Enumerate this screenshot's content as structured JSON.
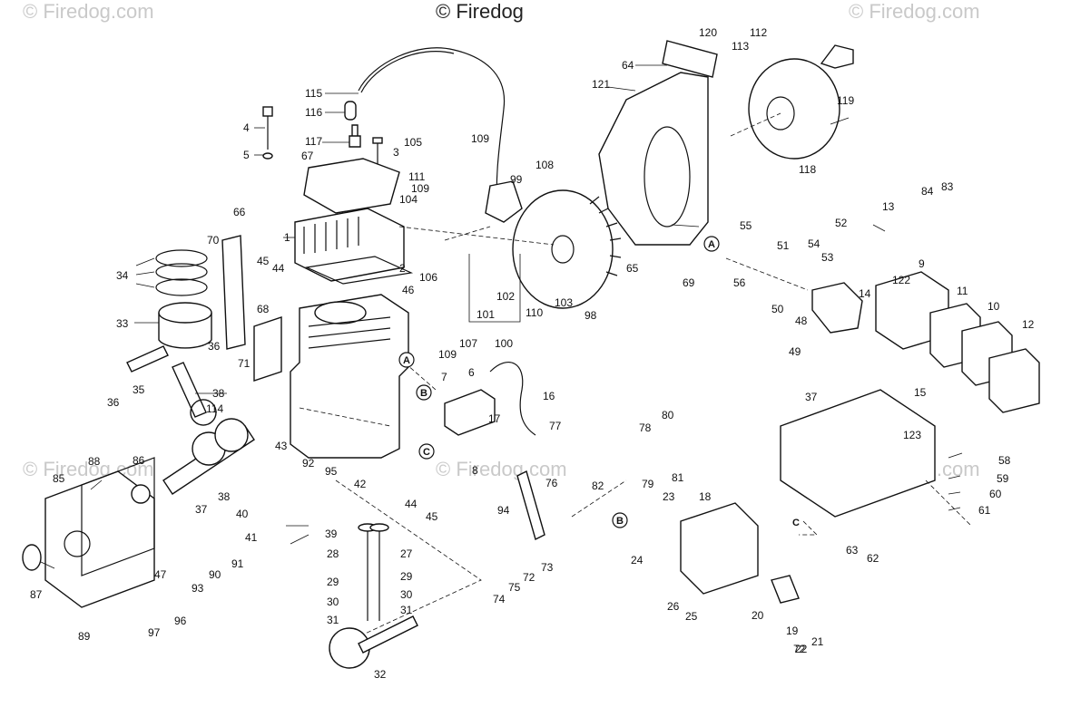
{
  "watermarks": {
    "top_center": "© Firedog",
    "repeat": "© Firedog.com"
  },
  "ref_markers": [
    "A",
    "B",
    "C"
  ],
  "labels": [
    {
      "id": "l1",
      "text": "1"
    },
    {
      "id": "l2",
      "text": "2"
    },
    {
      "id": "l3",
      "text": "3"
    },
    {
      "id": "l4",
      "text": "4"
    },
    {
      "id": "l5",
      "text": "5"
    },
    {
      "id": "l6",
      "text": "6"
    },
    {
      "id": "l7",
      "text": "7"
    },
    {
      "id": "l8",
      "text": "8"
    },
    {
      "id": "l9",
      "text": "9"
    },
    {
      "id": "l10",
      "text": "10"
    },
    {
      "id": "l11",
      "text": "11"
    },
    {
      "id": "l12",
      "text": "12"
    },
    {
      "id": "l13",
      "text": "13"
    },
    {
      "id": "l14",
      "text": "14"
    },
    {
      "id": "l15",
      "text": "15"
    },
    {
      "id": "l16",
      "text": "16"
    },
    {
      "id": "l17",
      "text": "17"
    },
    {
      "id": "l18",
      "text": "18"
    },
    {
      "id": "l19",
      "text": "19"
    },
    {
      "id": "l20",
      "text": "20"
    },
    {
      "id": "l21",
      "text": "21"
    },
    {
      "id": "l22",
      "text": "22"
    },
    {
      "id": "l23",
      "text": "23"
    },
    {
      "id": "l24",
      "text": "24"
    },
    {
      "id": "l25",
      "text": "25"
    },
    {
      "id": "l26",
      "text": "26"
    },
    {
      "id": "l27",
      "text": "27"
    },
    {
      "id": "l28",
      "text": "28"
    },
    {
      "id": "l29a",
      "text": "29"
    },
    {
      "id": "l29b",
      "text": "29"
    },
    {
      "id": "l30a",
      "text": "30"
    },
    {
      "id": "l30b",
      "text": "30"
    },
    {
      "id": "l31a",
      "text": "31"
    },
    {
      "id": "l31b",
      "text": "31"
    },
    {
      "id": "l32",
      "text": "32"
    },
    {
      "id": "l33",
      "text": "33"
    },
    {
      "id": "l34",
      "text": "34"
    },
    {
      "id": "l35",
      "text": "35"
    },
    {
      "id": "l36a",
      "text": "36"
    },
    {
      "id": "l36b",
      "text": "36"
    },
    {
      "id": "l37",
      "text": "37"
    },
    {
      "id": "l37b",
      "text": "37"
    },
    {
      "id": "l38a",
      "text": "38"
    },
    {
      "id": "l38b",
      "text": "38"
    },
    {
      "id": "l39",
      "text": "39"
    },
    {
      "id": "l40",
      "text": "40"
    },
    {
      "id": "l41",
      "text": "41"
    },
    {
      "id": "l42",
      "text": "42"
    },
    {
      "id": "l43",
      "text": "43"
    },
    {
      "id": "l44a",
      "text": "44"
    },
    {
      "id": "l44b",
      "text": "44"
    },
    {
      "id": "l45a",
      "text": "45"
    },
    {
      "id": "l45b",
      "text": "45"
    },
    {
      "id": "l46",
      "text": "46"
    },
    {
      "id": "l47",
      "text": "47"
    },
    {
      "id": "l48",
      "text": "48"
    },
    {
      "id": "l49",
      "text": "49"
    },
    {
      "id": "l50",
      "text": "50"
    },
    {
      "id": "l51",
      "text": "51"
    },
    {
      "id": "l52",
      "text": "52"
    },
    {
      "id": "l53",
      "text": "53"
    },
    {
      "id": "l54",
      "text": "54"
    },
    {
      "id": "l55",
      "text": "55"
    },
    {
      "id": "l56",
      "text": "56"
    },
    {
      "id": "l58",
      "text": "58"
    },
    {
      "id": "l59",
      "text": "59"
    },
    {
      "id": "l60",
      "text": "60"
    },
    {
      "id": "l61",
      "text": "61"
    },
    {
      "id": "l62",
      "text": "62"
    },
    {
      "id": "l63",
      "text": "63"
    },
    {
      "id": "l64",
      "text": "64"
    },
    {
      "id": "l65",
      "text": "65"
    },
    {
      "id": "l66",
      "text": "66"
    },
    {
      "id": "l67",
      "text": "67"
    },
    {
      "id": "l68",
      "text": "68"
    },
    {
      "id": "l69",
      "text": "69"
    },
    {
      "id": "l70",
      "text": "70"
    },
    {
      "id": "l71",
      "text": "71"
    },
    {
      "id": "l72a",
      "text": "72"
    },
    {
      "id": "l72b",
      "text": "72"
    },
    {
      "id": "l73",
      "text": "73"
    },
    {
      "id": "l74",
      "text": "74"
    },
    {
      "id": "l75",
      "text": "75"
    },
    {
      "id": "l76",
      "text": "76"
    },
    {
      "id": "l77",
      "text": "77"
    },
    {
      "id": "l78",
      "text": "78"
    },
    {
      "id": "l79",
      "text": "79"
    },
    {
      "id": "l80",
      "text": "80"
    },
    {
      "id": "l81",
      "text": "81"
    },
    {
      "id": "l82",
      "text": "82"
    },
    {
      "id": "l83",
      "text": "83"
    },
    {
      "id": "l84",
      "text": "84"
    },
    {
      "id": "l85",
      "text": "85"
    },
    {
      "id": "l86",
      "text": "86"
    },
    {
      "id": "l87",
      "text": "87"
    },
    {
      "id": "l88",
      "text": "88"
    },
    {
      "id": "l89",
      "text": "89"
    },
    {
      "id": "l90",
      "text": "90"
    },
    {
      "id": "l91",
      "text": "91"
    },
    {
      "id": "l92",
      "text": "92"
    },
    {
      "id": "l93",
      "text": "93"
    },
    {
      "id": "l94",
      "text": "94"
    },
    {
      "id": "l95",
      "text": "95"
    },
    {
      "id": "l96",
      "text": "96"
    },
    {
      "id": "l97",
      "text": "97"
    },
    {
      "id": "l98",
      "text": "98"
    },
    {
      "id": "l99",
      "text": "99"
    },
    {
      "id": "l100",
      "text": "100"
    },
    {
      "id": "l101",
      "text": "101"
    },
    {
      "id": "l102",
      "text": "102"
    },
    {
      "id": "l103",
      "text": "103"
    },
    {
      "id": "l104",
      "text": "104"
    },
    {
      "id": "l105",
      "text": "105"
    },
    {
      "id": "l106",
      "text": "106"
    },
    {
      "id": "l107",
      "text": "107"
    },
    {
      "id": "l108",
      "text": "108"
    },
    {
      "id": "l109a",
      "text": "109"
    },
    {
      "id": "l109b",
      "text": "109"
    },
    {
      "id": "l109c",
      "text": "109"
    },
    {
      "id": "l110",
      "text": "110"
    },
    {
      "id": "l111",
      "text": "111"
    },
    {
      "id": "l112",
      "text": "112"
    },
    {
      "id": "l113",
      "text": "113"
    },
    {
      "id": "l114",
      "text": "114"
    },
    {
      "id": "l115",
      "text": "115"
    },
    {
      "id": "l116",
      "text": "116"
    },
    {
      "id": "l117",
      "text": "117"
    },
    {
      "id": "l118",
      "text": "118"
    },
    {
      "id": "l119",
      "text": "119"
    },
    {
      "id": "l120",
      "text": "120"
    },
    {
      "id": "l121",
      "text": "121"
    },
    {
      "id": "l122",
      "text": "122"
    },
    {
      "id": "l123",
      "text": "123"
    }
  ]
}
